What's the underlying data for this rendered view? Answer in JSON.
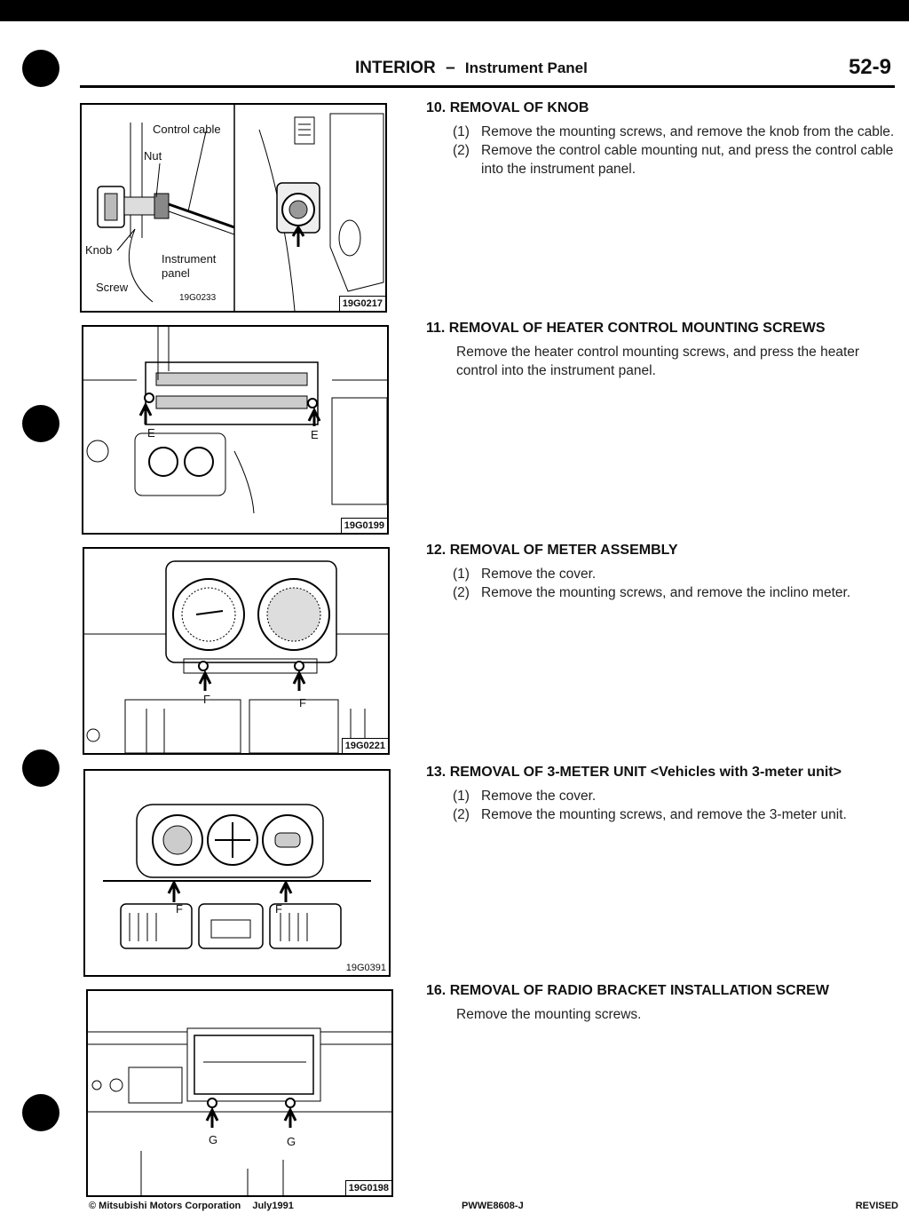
{
  "header": {
    "section": "INTERIOR",
    "dash": "–",
    "subsection": "Instrument Panel",
    "page_number": "52-9"
  },
  "figures": [
    {
      "code": "19G0217",
      "inset_code": "19G0233",
      "labels": [
        "Control cable",
        "Nut",
        "Knob",
        "Instrument",
        "panel",
        "Screw"
      ]
    },
    {
      "code": "19G0199",
      "labels": [
        "E",
        "E"
      ]
    },
    {
      "code": "19G0221",
      "labels": [
        "F",
        "F"
      ]
    },
    {
      "code": "19G0391",
      "labels": [
        "F",
        "F"
      ]
    },
    {
      "code": "19G0198",
      "labels": [
        "G",
        "G"
      ]
    }
  ],
  "sections": [
    {
      "title": "10. REMOVAL OF KNOB",
      "steps": [
        {
          "num": "(1)",
          "text": "Remove the mounting screws, and remove the knob from the cable."
        },
        {
          "num": "(2)",
          "text": "Remove the control cable mounting nut, and press the control cable into the instrument panel."
        }
      ]
    },
    {
      "title": "11. REMOVAL OF HEATER CONTROL MOUNTING SCREWS",
      "body": "Remove the heater control mounting screws, and press the heater control into the instrument panel."
    },
    {
      "title": "12. REMOVAL OF METER ASSEMBLY",
      "steps": [
        {
          "num": "(1)",
          "text": "Remove the cover."
        },
        {
          "num": "(2)",
          "text": "Remove the mounting screws, and remove the inclino meter."
        }
      ]
    },
    {
      "title": "13. REMOVAL OF 3-METER UNIT <Vehicles with 3-meter unit>",
      "steps": [
        {
          "num": "(1)",
          "text": "Remove the cover."
        },
        {
          "num": "(2)",
          "text": "Remove the mounting screws, and remove the 3-meter unit."
        }
      ]
    },
    {
      "title": "16. REMOVAL OF RADIO BRACKET INSTALLATION SCREW",
      "body": "Remove the mounting screws."
    }
  ],
  "footer": {
    "copyright": "© Mitsubishi Motors Corporation",
    "date": "July1991",
    "doc_code": "PWWE8608-J",
    "status": "REVISED"
  }
}
